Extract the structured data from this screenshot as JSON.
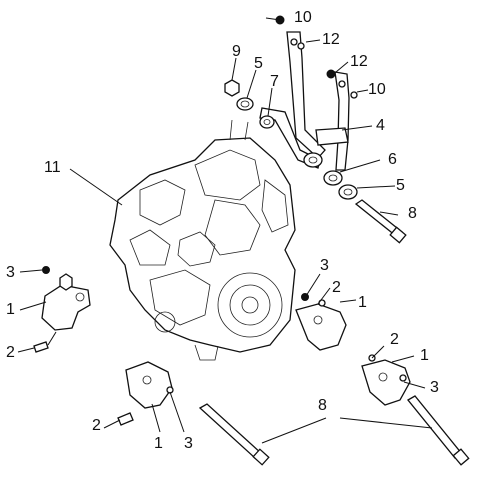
{
  "callouts": [
    "10",
    "12",
    "9",
    "5",
    "7",
    "12",
    "10",
    "4",
    "11",
    "6",
    "5",
    "8",
    "3",
    "3",
    "2",
    "1",
    "1",
    "2",
    "2",
    "1",
    "8",
    "2",
    "3",
    "1",
    "3"
  ]
}
